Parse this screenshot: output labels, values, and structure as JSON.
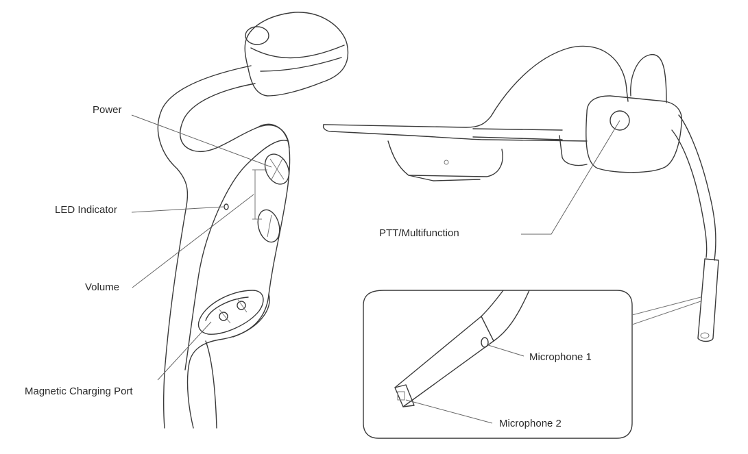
{
  "labels": {
    "power": "Power",
    "led": "LED Indicator",
    "volume": "Volume",
    "charging": "Magnetic Charging Port",
    "ptt": "PTT/Multifunction",
    "mic1": "Microphone 1",
    "mic2": "Microphone 2"
  },
  "colors": {
    "line": "#3a3a3a",
    "text": "#2a2a2a",
    "background": "#ffffff"
  }
}
